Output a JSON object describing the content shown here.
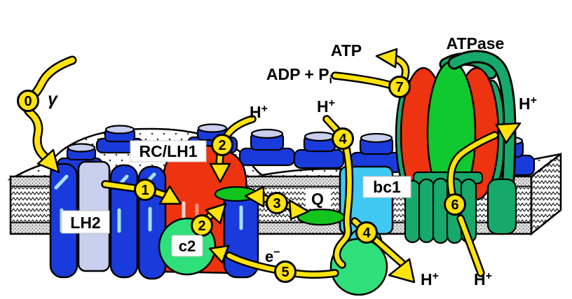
{
  "colors": {
    "yellow": "#FFE30B",
    "blue": "#1A3BDC",
    "lavender": "#C9CFEE",
    "dash_blue": "#A8E0FF",
    "red": "#EE3310",
    "bright_green": "#0FC92E",
    "teal_green": "#17A96B",
    "spring_green": "#2FE07A",
    "quinone_green": "#12C41C",
    "cyan": "#3FC8F2",
    "dot_blue": "#1A46E8",
    "special_pair_light": "#FFD2C8",
    "special_pair_red": "#FF8D78"
  },
  "labels": {
    "gamma": "γ",
    "lh2": "LH2",
    "rc_lh1": "RC/LH1",
    "c2": "c2",
    "q": "Q",
    "bc1": "bc1",
    "atpase": "ATPase",
    "atp": "ATP",
    "adp_pi_base": "ADP + P",
    "adp_pi_sub": "i",
    "h": "H",
    "plus": "+",
    "e": "e",
    "minus": "−"
  },
  "steps": {
    "s0": "0",
    "s1": "1",
    "s2": "2",
    "s3": "3",
    "s4": "4",
    "s5": "5",
    "s6": "6",
    "s7": "7"
  }
}
